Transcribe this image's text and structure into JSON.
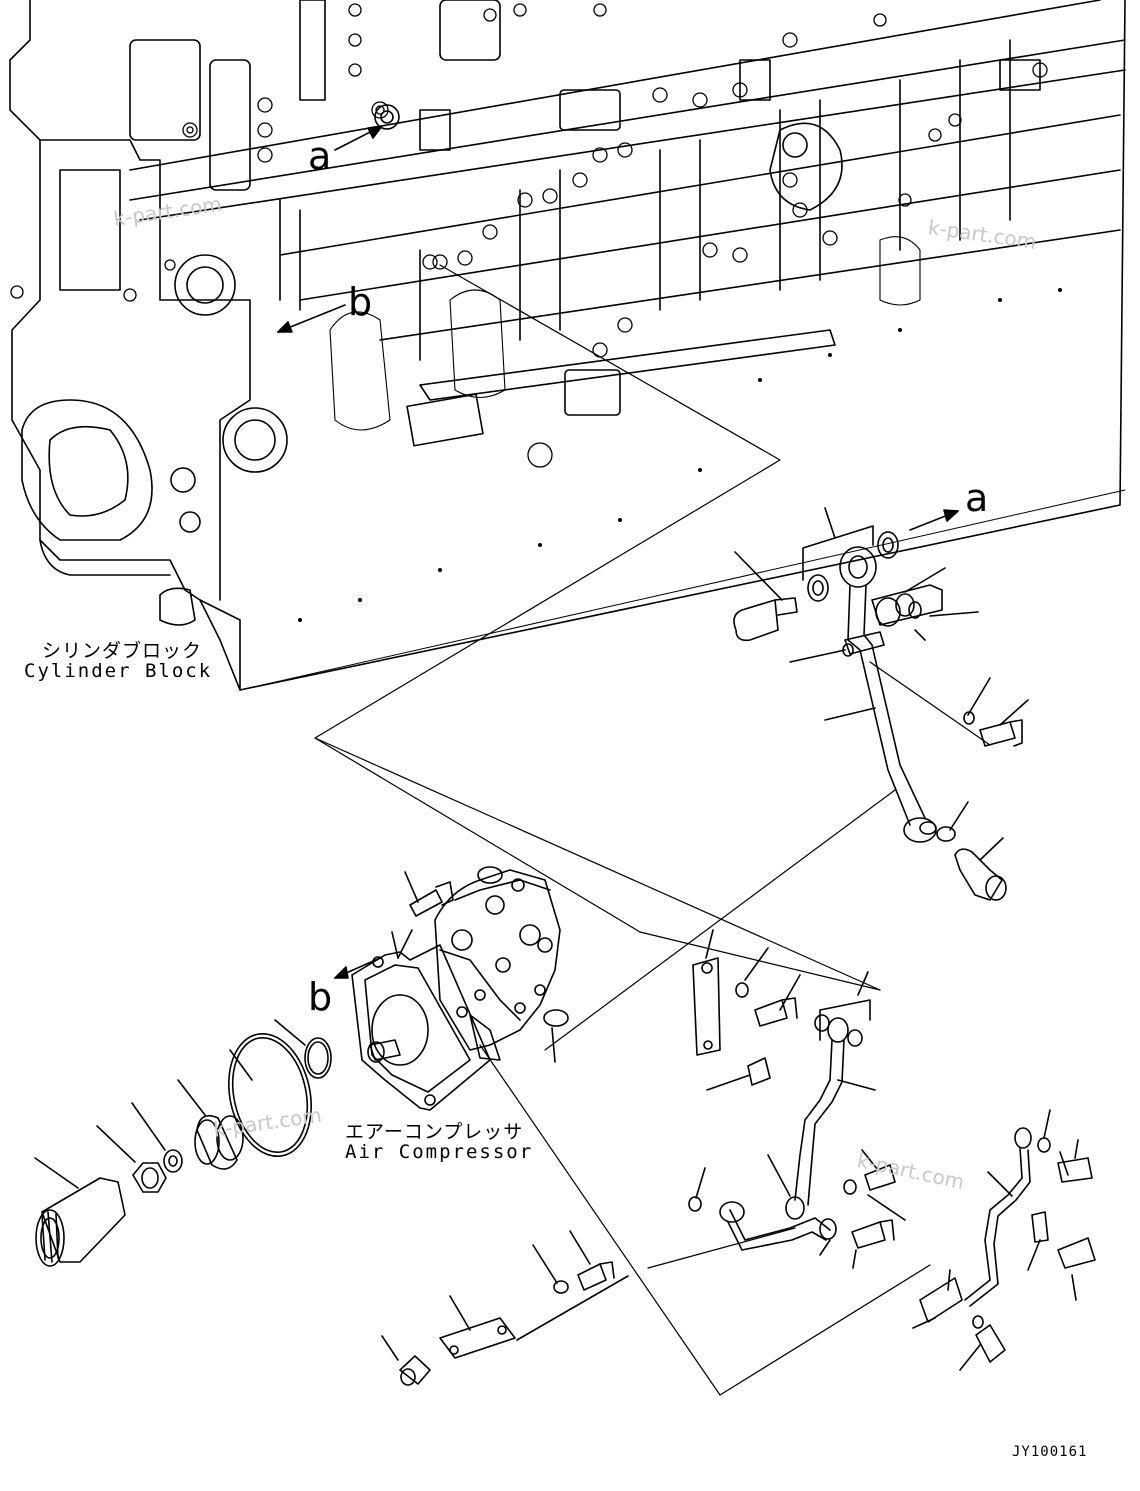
{
  "callouts": {
    "a_top": "a",
    "b_top": "b",
    "a_right": "a",
    "b_lower": "b"
  },
  "labels": {
    "cylinder_block_jp": "シリンダブロック",
    "cylinder_block_en": "Cylinder Block",
    "air_compressor_jp": "エアーコンプレッサ",
    "air_compressor_en": "Air Compressor"
  },
  "watermarks": [
    "k-part.com",
    "k-part.com",
    "k-part.com",
    "k-part.com"
  ],
  "drawing_code": "JY100161"
}
